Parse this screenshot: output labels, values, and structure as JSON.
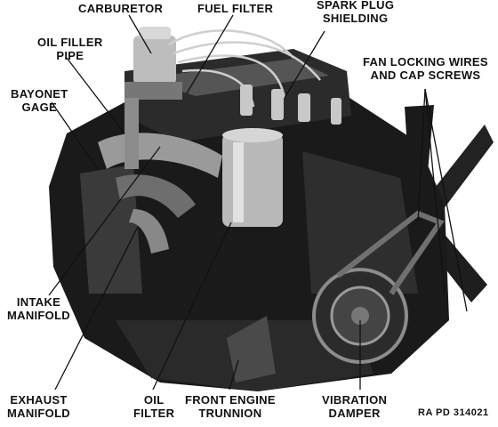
{
  "labels": {
    "carburetor": "CARBURETOR",
    "fuel_filter": "FUEL FILTER",
    "spark_plug_shielding": [
      "SPARK PLUG",
      "SHIELDING"
    ],
    "oil_filler_pipe": [
      "OIL FILLER",
      "PIPE"
    ],
    "fan_locking_wires": [
      "FAN LOCKING WIRES",
      "AND CAP SCREWS"
    ],
    "bayonet_gage": [
      "BAYONET",
      "GAGE"
    ],
    "intake_manifold": [
      "INTAKE",
      "MANIFOLD"
    ],
    "exhaust_manifold": [
      "EXHAUST",
      "MANIFOLD"
    ],
    "oil_filter": [
      "OIL",
      "FILTER"
    ],
    "front_engine_trunnion": [
      "FRONT ENGINE",
      "TRUNNION"
    ],
    "vibration_damper": [
      "VIBRATION",
      "DAMPER"
    ]
  },
  "reference_code": "RA PD 314021",
  "colors": {
    "engine_dark": "#1a1a1a",
    "engine_mid": "#555555",
    "engine_light": "#bdbdbd",
    "background": "#ffffff",
    "ink": "#111111"
  }
}
